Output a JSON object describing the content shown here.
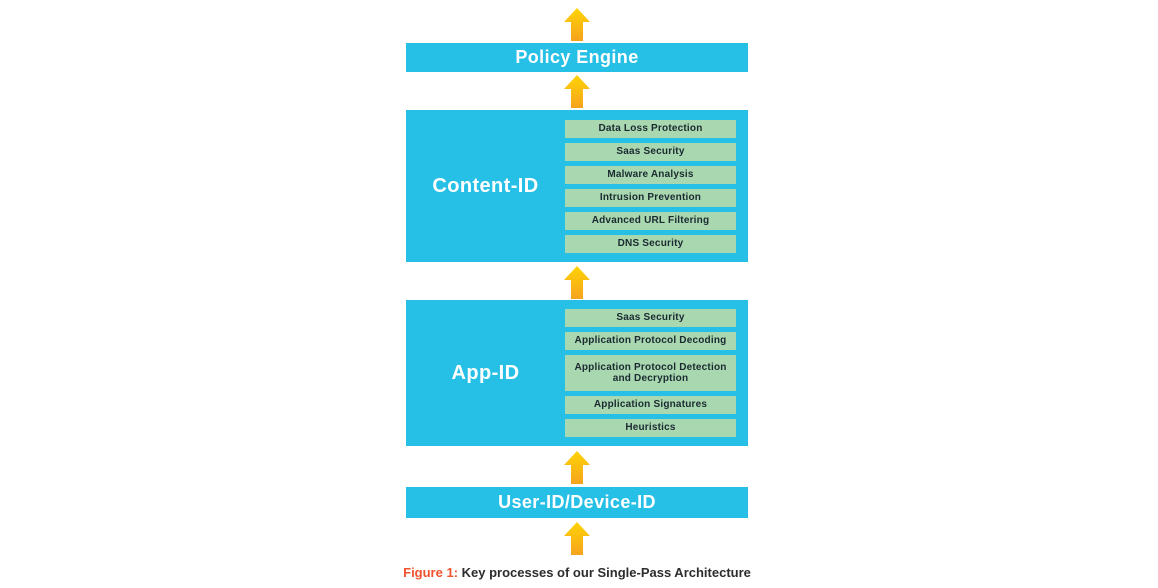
{
  "diagram": {
    "policy_engine": {
      "label": "Policy Engine"
    },
    "content_id": {
      "label": "Content-ID",
      "items": [
        "Data Loss Protection",
        "Saas Security",
        "Malware Analysis",
        "Intrusion Prevention",
        "Advanced URL Filtering",
        "DNS Security"
      ]
    },
    "app_id": {
      "label": "App-ID",
      "items": [
        "Saas Security",
        "Application Protocol Decoding",
        "Application Protocol Detection and Decryption",
        "Application Signatures",
        "Heuristics"
      ]
    },
    "user_id": {
      "label": "User-ID/Device-ID"
    },
    "caption": {
      "prefix": "Figure 1:",
      "text": "Key processes of our Single-Pass Architecture"
    }
  },
  "colors": {
    "block_cyan": "#26C0E7",
    "item_green": "#A8D7B0",
    "arrow_gradient_top": "#FFD405",
    "arrow_gradient_bottom": "#F5A31D",
    "caption_accent": "#F0532D",
    "dark_text": "#1B2A30",
    "white_text": "#FFFFFF"
  }
}
